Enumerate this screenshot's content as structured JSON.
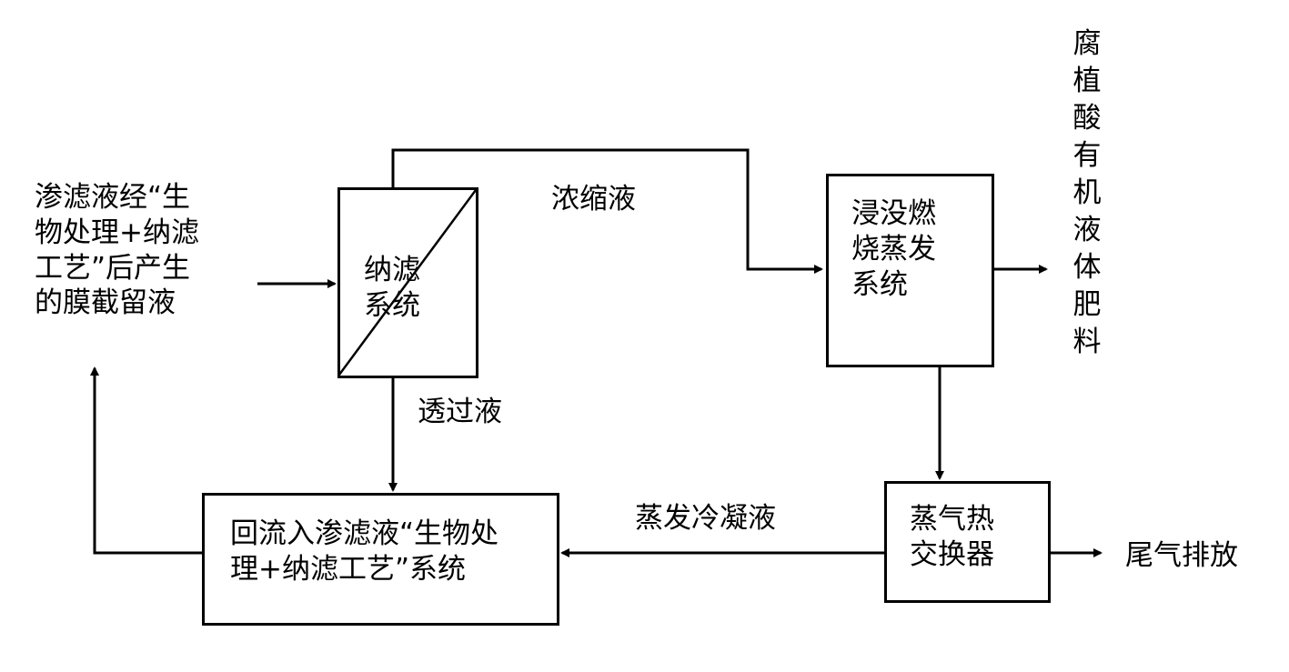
{
  "nodes": {
    "source": [
      "渗滤液经“生",
      "物处理+纳滤",
      "工艺”后产生",
      "的膜截留液"
    ],
    "nanofiltration": [
      "纳滤",
      "系统"
    ],
    "evaporation": [
      "浸没燃",
      "烧蒸发",
      "系统"
    ],
    "heat_exchanger": [
      "蒸气热",
      "交换器"
    ],
    "recycle": [
      "回流入渗滤液“生物处",
      "理+纳滤工艺”系统"
    ],
    "product": "腐植酸有机液体肥料",
    "exhaust": "尾气排放"
  },
  "edges": {
    "concentrate": "浓缩液",
    "permeate": "透过液",
    "condensate": "蒸发冷凝液"
  }
}
